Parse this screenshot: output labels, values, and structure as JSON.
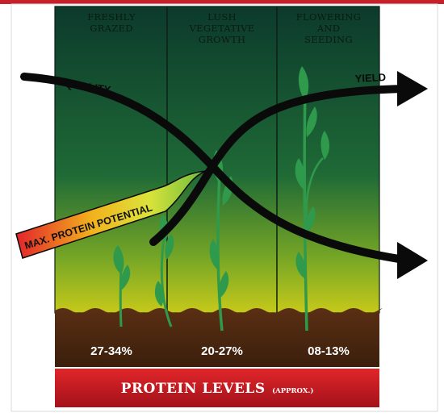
{
  "stages": [
    {
      "line1": "FRESHLY",
      "line2": "GRAZED",
      "line3": ""
    },
    {
      "line1": "LUSH",
      "line2": "VEGETATIVE",
      "line3": "GROWTH"
    },
    {
      "line1": "FLOWERING",
      "line2": "AND",
      "line3": "SEEDING"
    }
  ],
  "curves": {
    "quality": "QUALITY",
    "yield": "YIELD"
  },
  "max_protein": "MAX. PROTEIN POTENTIAL",
  "protein_levels": [
    "27-34%",
    "20-27%",
    "08-13%"
  ],
  "banner": {
    "title": "PROTEIN LEVELS",
    "qualifier": "(APPROX.)"
  },
  "colors": {
    "top_rule": "#c8202a",
    "panel_top": "#0e3b2c",
    "panel_bottom": "#b3c51c",
    "soil": "#4a2712",
    "plant": "#2f9a4c",
    "banner": "#c8161d"
  }
}
